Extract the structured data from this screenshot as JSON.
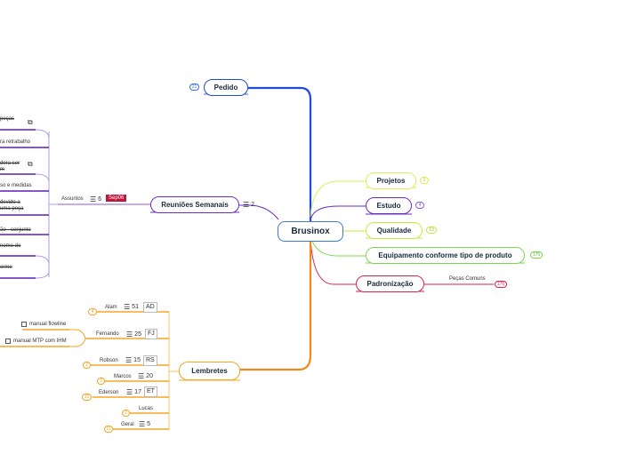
{
  "root": {
    "label": "Brusinox"
  },
  "topics": {
    "pedido": {
      "label": "Pedido",
      "count": "21"
    },
    "projetos": {
      "label": "Projetos",
      "count": "3"
    },
    "estudo": {
      "label": "Estudo",
      "count": "4"
    },
    "qualidade": {
      "label": "Qualidade",
      "count": "13"
    },
    "equipamento": {
      "label": "Equipamento conforme tipo de produto",
      "count": "176"
    },
    "padronizacao": {
      "label": "Padronização",
      "subtopic": "Peças Comuns",
      "count": "176"
    },
    "reunioes": {
      "label": "Reuniões Semanais",
      "list_count": "2"
    },
    "lembretes": {
      "label": "Lembretes"
    }
  },
  "reunioes_branch": {
    "assuntos_label": "Assuntos",
    "assuntos_count": "6",
    "date_tag": "Sep06",
    "items": [
      "peças",
      "ra retrabalho",
      "dera ser",
      "m",
      "so e medidas",
      "devido a",
      "uma peça",
      "ão - conjunto",
      "nome do",
      "orme"
    ]
  },
  "lembretes_branch": {
    "people": [
      {
        "name": "Alam",
        "count": "51",
        "initials": "AD",
        "circle": "4"
      },
      {
        "name": "Fernando",
        "count": "25",
        "initials": "FJ"
      },
      {
        "name": "Robson",
        "count": "15",
        "initials": "RS",
        "circle": "2"
      },
      {
        "name": "Marcos",
        "count": "20",
        "circle": "3"
      },
      {
        "name": "Ederson",
        "count": "17",
        "initials": "ET",
        "circle": "10"
      },
      {
        "name": "Lucas",
        "circle": "2"
      },
      {
        "name": "Geral",
        "count": "5",
        "circle": "11"
      }
    ],
    "fernando_tasks": [
      "manual flowline",
      "manual MTP com IHM"
    ]
  }
}
